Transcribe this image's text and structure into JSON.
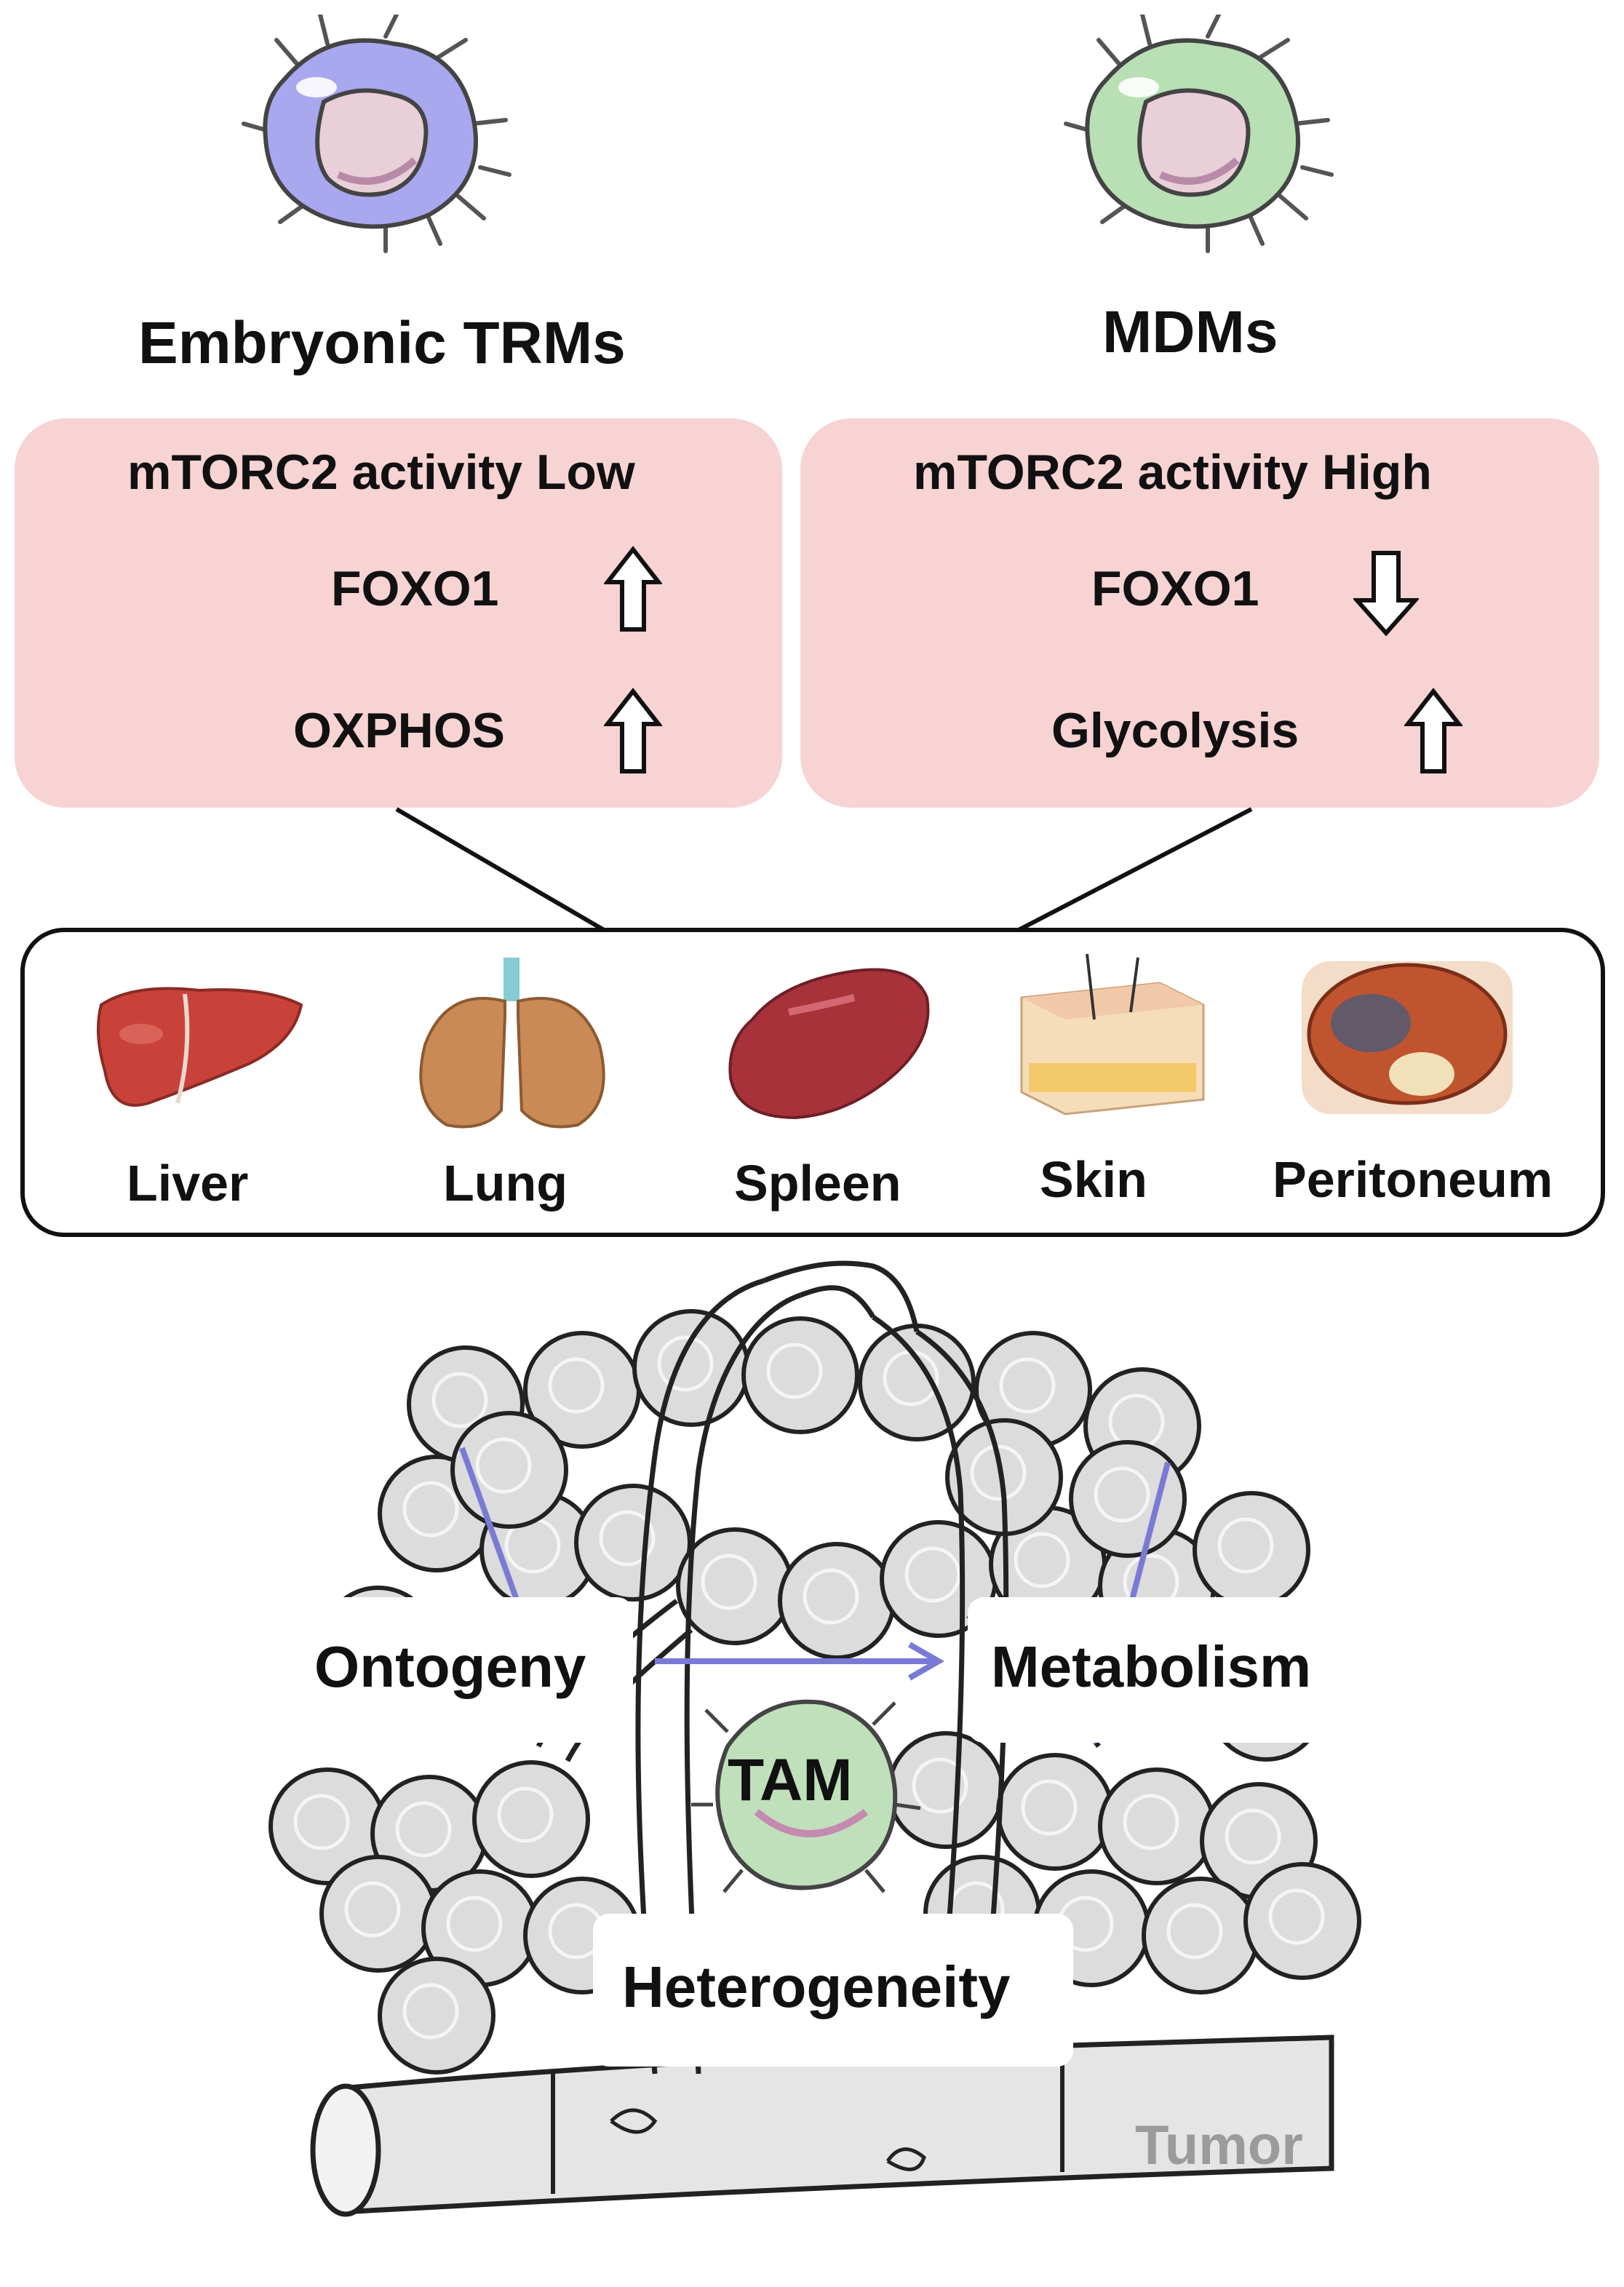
{
  "left_column": {
    "title": "Embryonic TRMs",
    "mtorc2": "mTORC2 activity Low",
    "row1_label": "FOXO1",
    "row1_arrow": "up",
    "row2_label": "OXPHOS",
    "row2_arrow": "up",
    "cell_color": "#a9a7ee"
  },
  "right_column": {
    "title": "MDMs",
    "mtorc2": "mTORC2 activity High",
    "row1_label": "FOXO1",
    "row1_arrow": "down",
    "row2_label": "Glycolysis",
    "row2_arrow": "up",
    "cell_color": "#b9dfb5"
  },
  "organs": [
    {
      "label": "Liver",
      "icon": "liver-icon"
    },
    {
      "label": "Lung",
      "icon": "lungs-icon"
    },
    {
      "label": "Spleen",
      "icon": "spleen-icon"
    },
    {
      "label": "Skin",
      "icon": "skin-icon"
    },
    {
      "label": "Peritoneum",
      "icon": "peritoneum-icon"
    }
  ],
  "tumor": {
    "ontogeny": "Ontogeny",
    "metabolism": "Metabolism",
    "heterogeneity": "Heterogeneity",
    "tam": "TAM",
    "tumor_label": "Tumor",
    "arrow_color": "#7a7ad6",
    "tam_color": "#bfe0bb"
  },
  "colors": {
    "panel_bg": "#f8d3d3",
    "tumor_cell_fill": "#dcdcdc"
  }
}
